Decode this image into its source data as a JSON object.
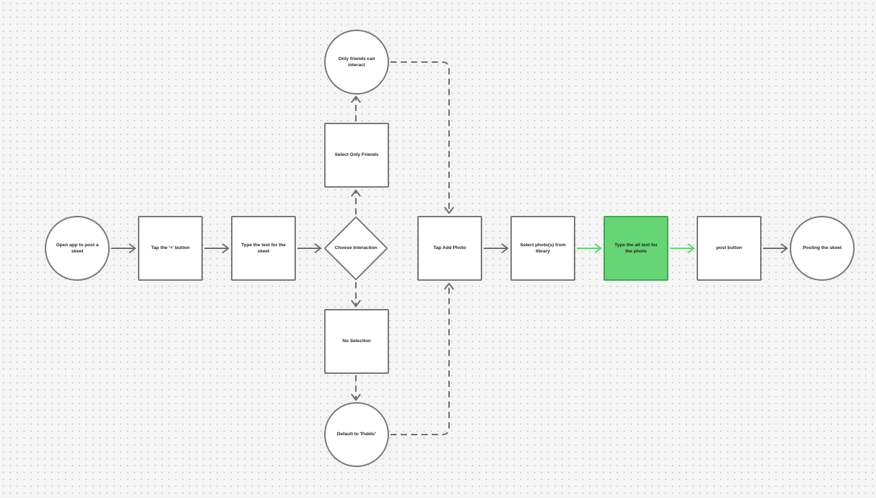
{
  "flow": {
    "open_app": "Open app to post a skeet",
    "tap_plus": "Tap the '+' button",
    "type_text": "Type the text for the skeet",
    "choose_interaction": "Choose Interaction",
    "select_only_friends": "Select Only Friends",
    "only_friends": "Only friends can interact",
    "no_selection": "No Selection",
    "default_public": "Default to 'Public'",
    "tap_add_photo": "Tap Add Photo",
    "select_photos": "Select photo(s) from library",
    "type_alt_text": "Type the alt text for the photo",
    "post_button": "post button",
    "posting": "Posting the skeet"
  },
  "colors": {
    "node_border": "#757575",
    "connector": "#6b6b6b",
    "highlight_fill": "#66d575",
    "highlight_connector": "#5ad46c"
  }
}
